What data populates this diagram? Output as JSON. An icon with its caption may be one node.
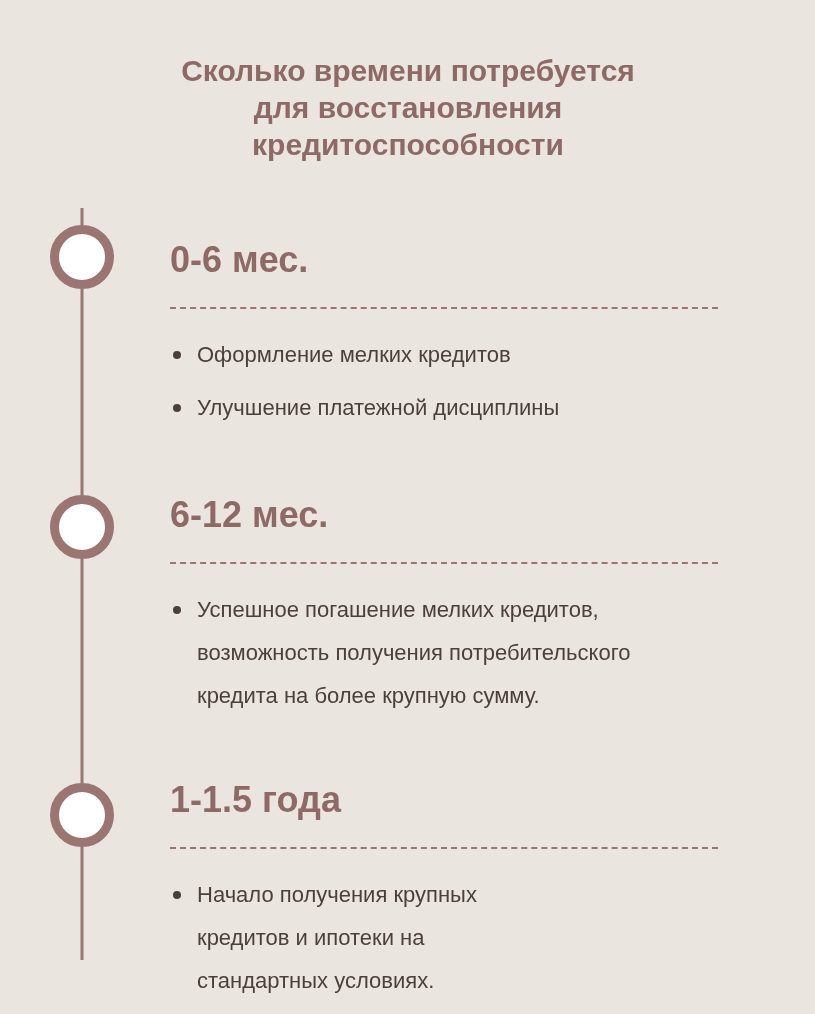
{
  "diagram": {
    "title": "Сколько времени потребуется для восстановления кредитоспособности",
    "nodes": [
      {
        "text": [],
        "shape": "circle"
      },
      {
        "text": [
          "0-6 мес.",
          "Оформление мелких кредитов",
          "Улучшение платежной дисциплины"
        ]
      },
      {
        "text": [],
        "shape": "circle"
      },
      {
        "text": [
          "6-12 мес.",
          "Успешное погашение мелких кредитов, возможность получения потребительского кредита на более крупную сумму."
        ]
      },
      {
        "text": [],
        "shape": "circle"
      },
      {
        "text": [
          "1-1.5 года",
          "Начало получения крупных кредитов и ипотеки на стандартных условиях."
        ]
      }
    ],
    "edges": [
      {
        "from": null,
        "to": 0,
        "arrow": "none"
      },
      {
        "from": 0,
        "to": 2,
        "arrow": "none"
      },
      {
        "from": 2,
        "to": 4,
        "arrow": "none"
      },
      {
        "from": 4,
        "to": null,
        "arrow": "none"
      }
    ]
  }
}
